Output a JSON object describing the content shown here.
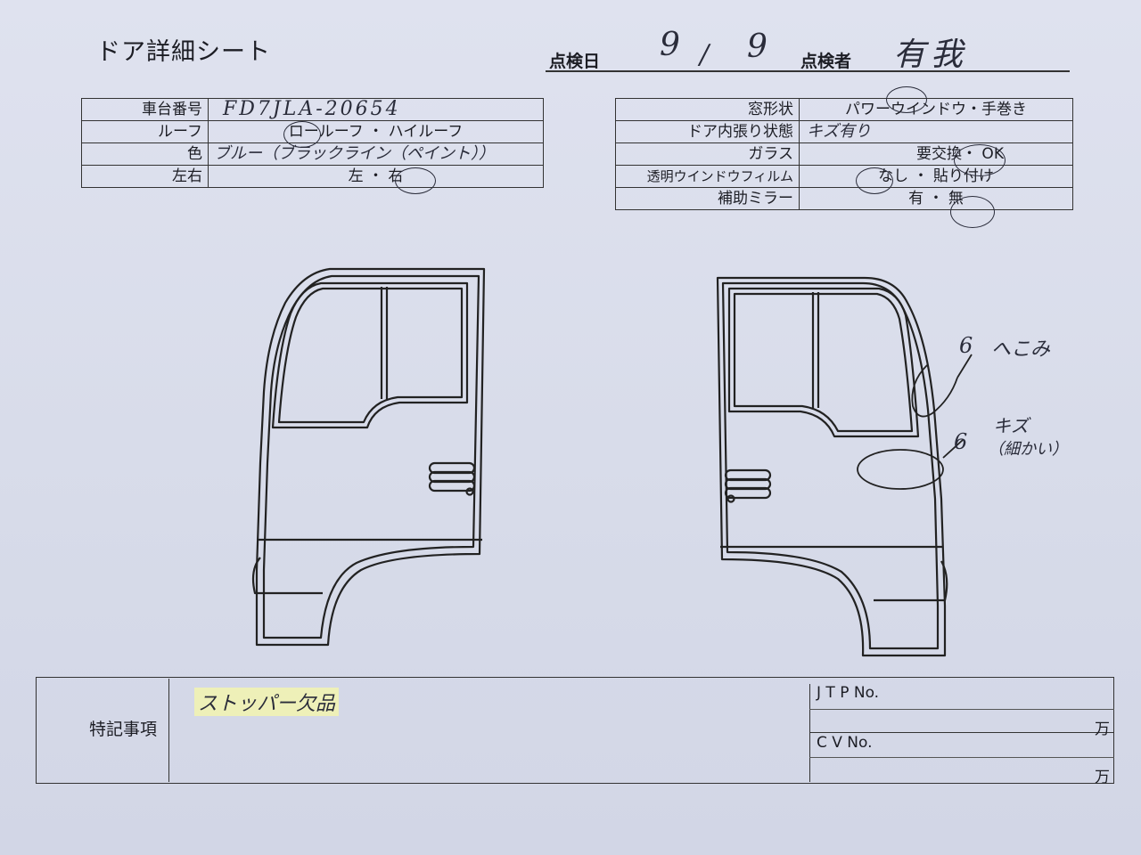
{
  "header": {
    "title": "ドア詳細シート",
    "date_label": "点検日",
    "date_month": "9",
    "date_sep": "/",
    "date_day": "9",
    "inspector_label": "点検者",
    "inspector_value": "有我"
  },
  "left_table": [
    {
      "label": "車台番号",
      "value": "FD7JLA-20654"
    },
    {
      "label": "ルーフ",
      "value": "ロールーフ ・ ハイルーフ"
    },
    {
      "label": "色",
      "value": "ブルー（ブラックライン（ペイント））"
    },
    {
      "label": "左右",
      "value": "左 ・ 右"
    }
  ],
  "right_table": [
    {
      "label": "窓形状",
      "value": "パワーウインドウ・手巻き"
    },
    {
      "label": "ドア内張り状態",
      "value": "キズ有り"
    },
    {
      "label": "ガラス",
      "value": "要交換・ OK"
    },
    {
      "label": "透明ウインドウフィルム",
      "value": "なし ・ 貼り付け"
    },
    {
      "label": "補助ミラー",
      "value": "有 ・ 無"
    }
  ],
  "annotations": {
    "dent_num": "6",
    "dent_label": "へこみ",
    "scratch_num": "6",
    "scratch_label": "キズ",
    "scratch_detail": "（細かい）"
  },
  "notes": {
    "label": "特記事項",
    "text": "ストッパー欠品",
    "jtp_label": "J T P No.",
    "jtp_unit": "万",
    "cv_label": "C V No.",
    "cv_unit": "万"
  }
}
